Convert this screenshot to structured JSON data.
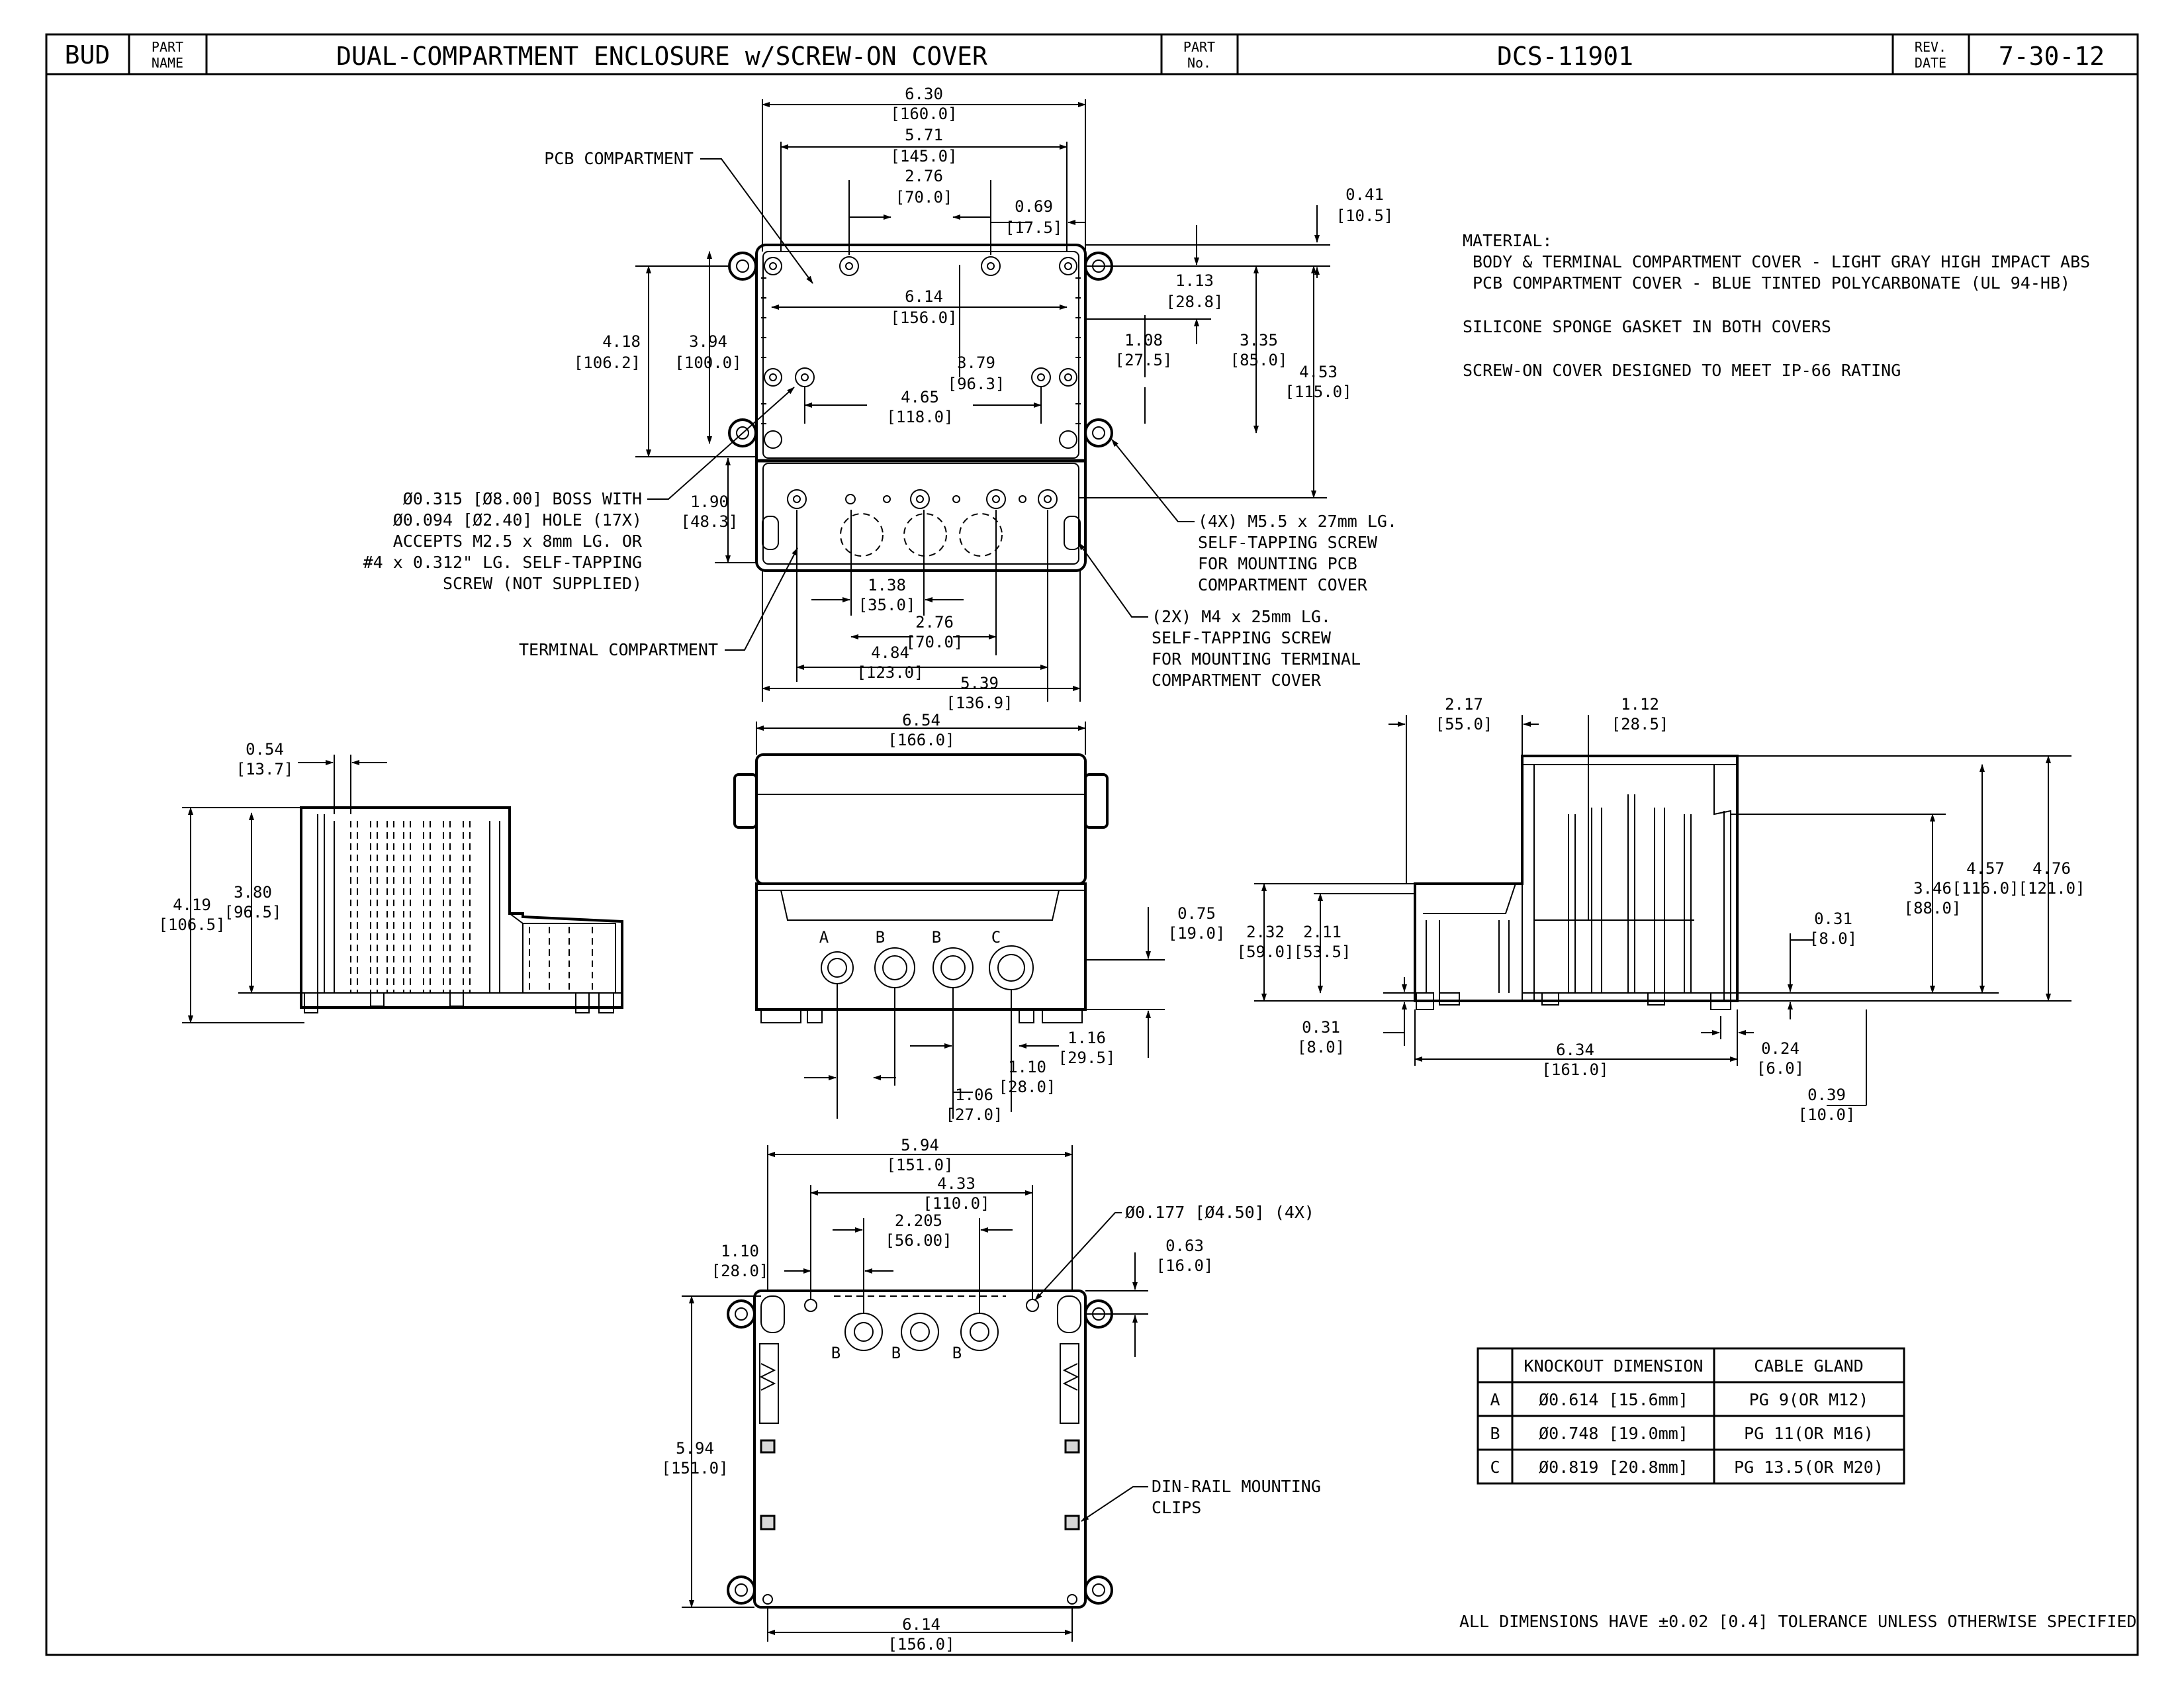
{
  "title_block": {
    "logo": "BUD",
    "part_name_label_1": "PART",
    "part_name_label_2": "NAME",
    "part_name": "DUAL-COMPARTMENT ENCLOSURE w/SCREW-ON COVER",
    "part_no_label_1": "PART",
    "part_no_label_2": "No.",
    "part_no": "DCS-11901",
    "rev_label_1": "REV.",
    "rev_label_2": "DATE",
    "rev_date": "7-30-12"
  },
  "notes": {
    "material_header": "MATERIAL:",
    "material_line_1": "BODY & TERMINAL COMPARTMENT COVER - LIGHT GRAY HIGH IMPACT ABS",
    "material_line_2": "PCB COMPARTMENT COVER - BLUE TINTED POLYCARBONATE (UL 94-HB)",
    "gasket": "SILICONE SPONGE GASKET IN BOTH COVERS",
    "rating": "SCREW-ON COVER DESIGNED TO MEET IP-66 RATING",
    "tolerance": "ALL DIMENSIONS HAVE ±0.02 [0.4] TOLERANCE UNLESS OTHERWISE SPECIFIED"
  },
  "callouts": {
    "pcb_compartment": "PCB COMPARTMENT",
    "terminal_compartment": "TERMINAL COMPARTMENT",
    "boss_1": "Ø0.315 [Ø8.00] BOSS WITH",
    "boss_2": "Ø0.094 [Ø2.40] HOLE (17X)",
    "boss_3": "ACCEPTS M2.5 x 8mm  LG. OR",
    "boss_4": "#4 x 0.312\" LG. SELF-TAPPING",
    "boss_5": "SCREW (NOT SUPPLIED)",
    "screw4x_1": "(4X) M5.5 x 27mm LG.",
    "screw4x_2": "SELF-TAPPING SCREW",
    "screw4x_3": "FOR MOUNTING PCB",
    "screw4x_4": "COMPARTMENT COVER",
    "screw2x_1": "(2X) M4 x 25mm LG.",
    "screw2x_2": "SELF-TAPPING SCREW",
    "screw2x_3": "FOR MOUNTING TERMINAL",
    "screw2x_4": "COMPARTMENT COVER",
    "mount_hole": "Ø0.177 [Ø4.50] (4X)",
    "din_1": "DIN-RAIL MOUNTING",
    "din_2": "CLIPS",
    "ko_a": "A",
    "ko_b1": "B",
    "ko_b2": "B",
    "ko_c": "C",
    "bottom_b1": "B",
    "bottom_b2": "B",
    "bottom_b3": "B"
  },
  "dims_top": {
    "d630": "6.30",
    "d630m": "[160.0]",
    "d571": "5.71",
    "d571m": "[145.0]",
    "d276": "2.76",
    "d276m": "[70.0]",
    "d069": "0.69",
    "d069m": "[17.5]",
    "d041": "0.41",
    "d041m": "[10.5]",
    "d113": "1.13",
    "d113m": "[28.8]",
    "d614": "6.14",
    "d614m": "[156.0]",
    "d418": "4.18",
    "d418m": "[106.2]",
    "d394": "3.94",
    "d394m": "[100.0]",
    "d379": "3.79",
    "d379m": "[96.3]",
    "d108": "1.08",
    "d108m": "[27.5]",
    "d335": "3.35",
    "d335m": "[85.0]",
    "d453": "4.53",
    "d453m": "[115.0]",
    "d465": "4.65",
    "d465m": "[118.0]",
    "d190": "1.90",
    "d190m": "[48.3]",
    "d138": "1.38",
    "d138m": "[35.0]",
    "d276b": "2.76",
    "d276bm": "[70.0]",
    "d484": "4.84",
    "d484m": "[123.0]",
    "d539": "5.39",
    "d539m": "[136.9]"
  },
  "dims_side_left": {
    "d054": "0.54",
    "d054m": "[13.7]",
    "d419": "4.19",
    "d419m": "[106.5]",
    "d380": "3.80",
    "d380m": "[96.5]"
  },
  "dims_front": {
    "d654": "6.54",
    "d654m": "[166.0]",
    "d075": "0.75",
    "d075m": "[19.0]",
    "d116": "1.16",
    "d116m": "[29.5]",
    "d110": "1.10",
    "d110m": "[28.0]",
    "d106": "1.06",
    "d106m": "[27.0]"
  },
  "dims_side_right": {
    "d217": "2.17",
    "d217m": "[55.0]",
    "d112": "1.12",
    "d112m": "[28.5]",
    "d232": "2.32",
    "d232m": "[59.0]",
    "d211": "2.11",
    "d211m": "[53.5]",
    "d346": "3.46",
    "d346m": "[88.0]",
    "d457": "4.57",
    "d457m": "[116.0]",
    "d476": "4.76",
    "d476m": "[121.0]",
    "d031a": "0.31",
    "d031am": "[8.0]",
    "d031b": "0.31",
    "d031bm": "[8.0]",
    "d634": "6.34",
    "d634m": "[161.0]",
    "d024": "0.24",
    "d024m": "[6.0]",
    "d039": "0.39",
    "d039m": "[10.0]"
  },
  "dims_bottom": {
    "d594": "5.94",
    "d594m": "[151.0]",
    "d433": "4.33",
    "d433m": "[110.0]",
    "d2205": "2.205",
    "d2205m": "[56.00]",
    "d110": "1.10",
    "d110m": "[28.0]",
    "d063": "0.63",
    "d063m": "[16.0]",
    "d594v": "5.94",
    "d594vm": "[151.0]",
    "d614": "6.14",
    "d614m": "[156.0]"
  },
  "knockout_table": {
    "headers": [
      "",
      "KNOCKOUT DIMENSION",
      "CABLE GLAND"
    ],
    "rows": [
      [
        "A",
        "Ø0.614 [15.6mm]",
        "PG 9(OR M12)"
      ],
      [
        "B",
        "Ø0.748 [19.0mm]",
        "PG 11(OR M16)"
      ],
      [
        "C",
        "Ø0.819 [20.8mm]",
        "PG 13.5(OR M20)"
      ]
    ]
  }
}
